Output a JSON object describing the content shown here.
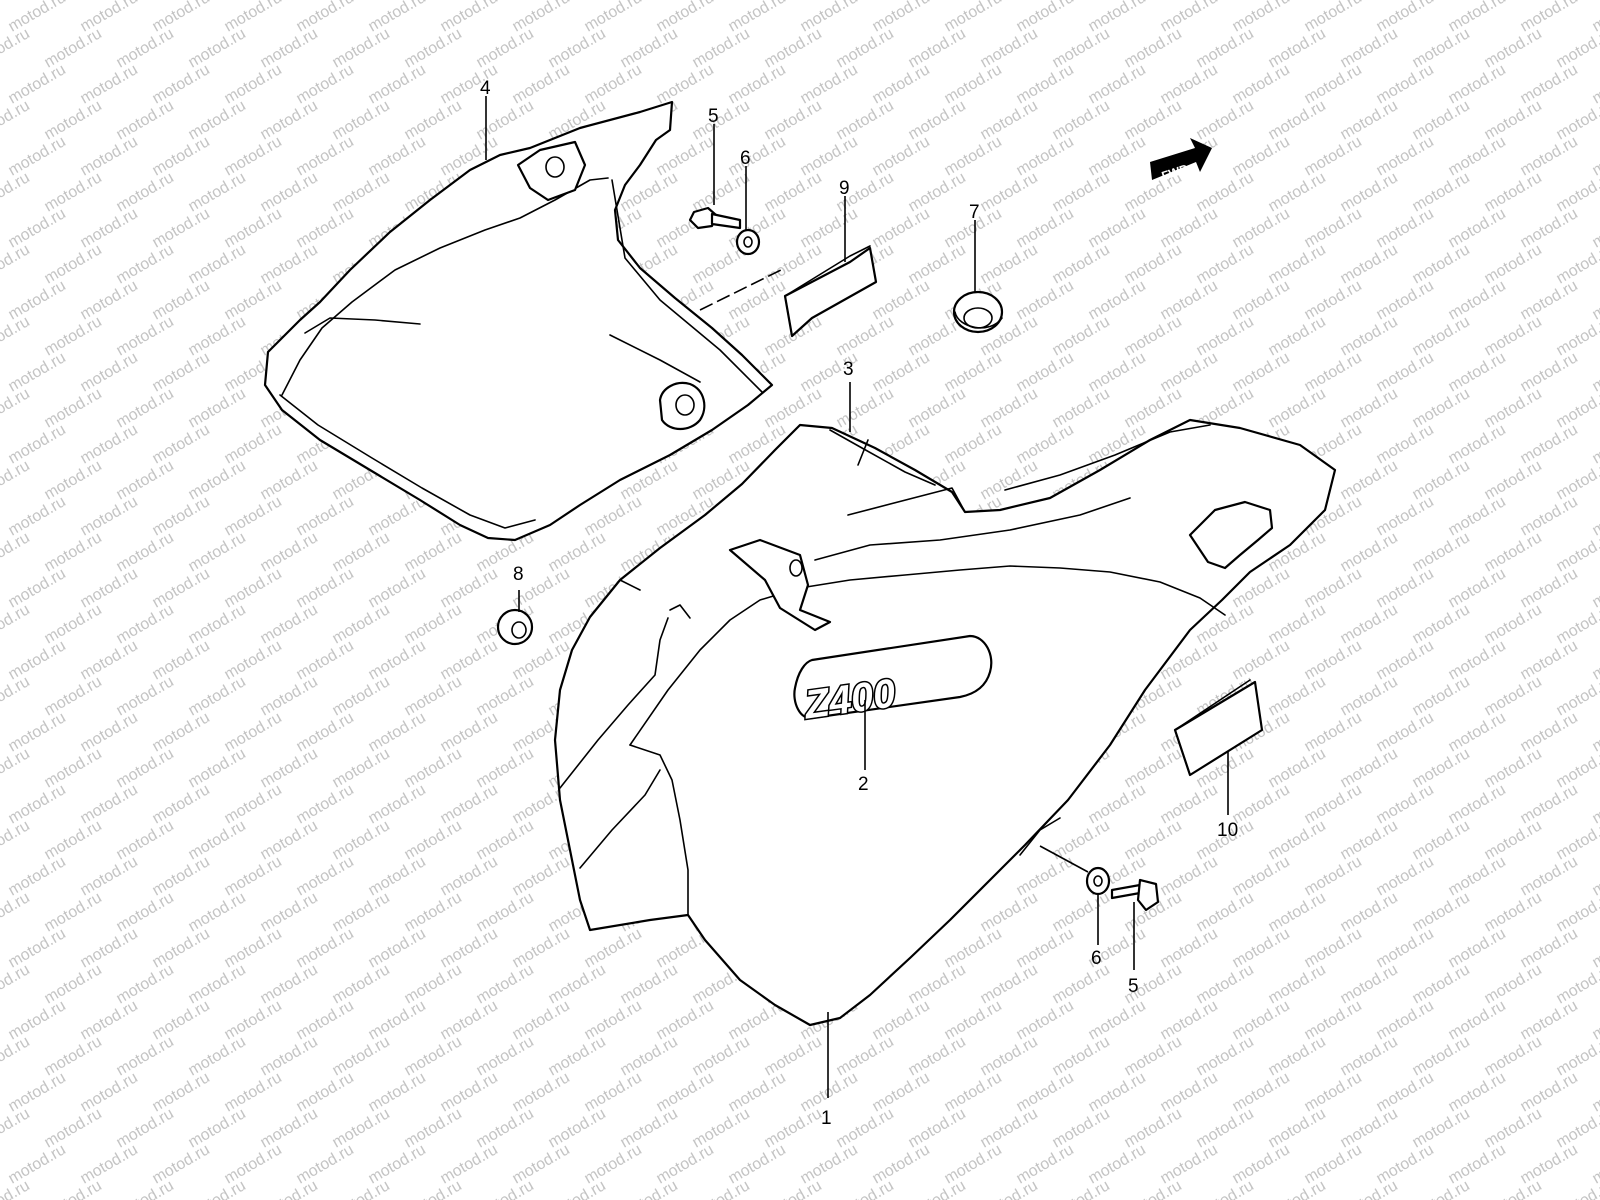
{
  "watermark": {
    "text": "motod.ru",
    "color": "#c4c4c4"
  },
  "fwd_badge": {
    "text": "FWD"
  },
  "emblem": {
    "text": "Z400"
  },
  "callouts": [
    {
      "id": "1",
      "label": "1"
    },
    {
      "id": "2",
      "label": "2"
    },
    {
      "id": "3",
      "label": "3"
    },
    {
      "id": "4",
      "label": "4"
    },
    {
      "id": "5a",
      "label": "5"
    },
    {
      "id": "6a",
      "label": "6"
    },
    {
      "id": "7",
      "label": "7"
    },
    {
      "id": "8",
      "label": "8"
    },
    {
      "id": "9",
      "label": "9"
    },
    {
      "id": "10",
      "label": "10"
    },
    {
      "id": "6b",
      "label": "6"
    },
    {
      "id": "5b",
      "label": "5"
    }
  ]
}
